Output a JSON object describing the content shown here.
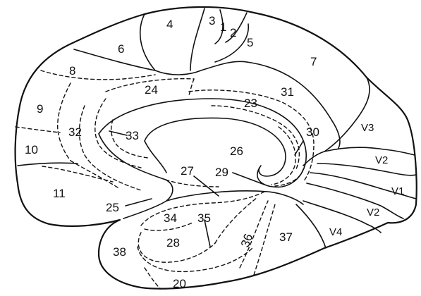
{
  "areas": {
    "a3": "3",
    "a1": "1",
    "a2": "2",
    "a4": "4",
    "a5": "5",
    "a6": "6",
    "a7": "7",
    "a8": "8",
    "a9": "9",
    "a10": "10",
    "a11": "11",
    "a20": "20",
    "a23": "23",
    "a24": "24",
    "a25": "25",
    "a26": "26",
    "a27": "27",
    "a28": "28",
    "a29": "29",
    "a30": "30",
    "a31": "31",
    "a32": "32",
    "a33": "33",
    "a34": "34",
    "a35": "35",
    "a36": "36",
    "a37": "37",
    "a38": "38",
    "v1": "V1",
    "v2_upper": "V2",
    "v2_lower": "V2",
    "v3": "V3",
    "v4": "V4"
  }
}
